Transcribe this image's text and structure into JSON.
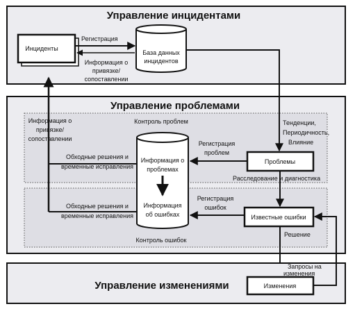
{
  "sections": {
    "incidents_title": "Управление инцидентами",
    "problems_title": "Управление проблемами",
    "changes_title": "Управление изменениями",
    "problem_control": "Контроль проблем",
    "error_control": "Контроль ошибок"
  },
  "nodes": {
    "incidents": "Инциденты",
    "incident_db_line1": "База данных",
    "incident_db_line2": "инцидентов",
    "problems": "Проблемы",
    "known_errors": "Известные ошибки",
    "changes": "Изменения",
    "db2_problems_line1": "Информация о",
    "db2_problems_line2": "проблемах",
    "db2_errors_line1": "Информация",
    "db2_errors_line2": "об ошибках"
  },
  "labels": {
    "registration": "Регистрация",
    "link_info_1": "Информация о",
    "link_info_2": "привязке/",
    "link_info_3": "сопоставлении",
    "left_info_1": "Информация о",
    "left_info_2": "привязке/",
    "left_info_3": "сопоставлении",
    "workarounds1_line1": "Обходные решения и",
    "workarounds1_line2": "временные исправления",
    "workarounds2_line1": "Обходные решения и",
    "workarounds2_line2": "временные исправления",
    "reg_problems_line1": "Регистрация",
    "reg_problems_line2": "проблем",
    "reg_errors_line1": "Регистрация",
    "reg_errors_line2": "ошибок",
    "trends_line1": "Тенденции,",
    "trends_line2": "Периодичность,",
    "trends_line3": "Влияние",
    "investigation": "Расследование и диагностика",
    "solution": "Решение",
    "rfc_line1": "Запросы на",
    "rfc_line2": "изменения"
  }
}
